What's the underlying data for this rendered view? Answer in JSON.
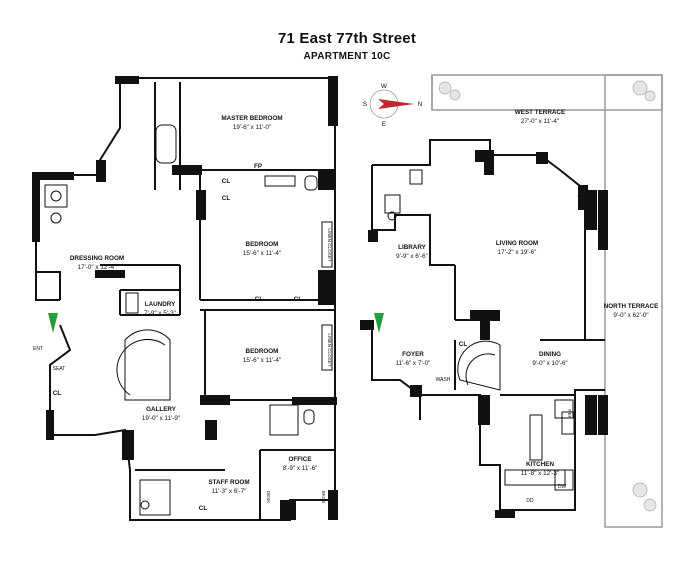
{
  "header": {
    "title": "71 East 77th Street",
    "subtitle": "APARTMENT 10C"
  },
  "compass": {
    "s": "S",
    "w": "W",
    "n": "N",
    "e": "E",
    "arrow_color": "#c0272d"
  },
  "rooms": {
    "master_bedroom": {
      "name": "MASTER BEDROOM",
      "dims": "19'-6\" x 11'-0\""
    },
    "bedroom_1": {
      "name": "BEDROOM",
      "dims": "15'-6\" x 11'-4\""
    },
    "bedroom_2": {
      "name": "BEDROOM",
      "dims": "15'-6\" x 11'-4\""
    },
    "dressing_room": {
      "name": "DRESSING ROOM",
      "dims": "17'-0\" x 12'-4\""
    },
    "laundry": {
      "name": "LAUNDRY",
      "dims": "7'-9\" x 5'-3\""
    },
    "gallery": {
      "name": "GALLERY",
      "dims": "19'-0\" x 11'-9\""
    },
    "office": {
      "name": "OFFICE",
      "dims": "8'-9\" x 11'-6\""
    },
    "staff_room": {
      "name": "STAFF ROOM",
      "dims": "11'-3\" x 6'-7\""
    },
    "west_terrace": {
      "name": "WEST TERRACE",
      "dims": "27'-0\" x 11'-4\""
    },
    "library": {
      "name": "LIBRARY",
      "dims": "9'-9\" x 6'-6\""
    },
    "living_room": {
      "name": "LIVING ROOM",
      "dims": "17'-2\" x 19'-6\""
    },
    "north_terrace": {
      "name": "NORTH TERRACE",
      "dims": "9'-0\" x 62'-0\""
    },
    "foyer": {
      "name": "FOYER",
      "dims": "11'-6\" x 7'-0\""
    },
    "dining": {
      "name": "DINING",
      "dims": "9'-0\" x 10'-6\""
    },
    "kitchen": {
      "name": "KITCHEN",
      "dims": "11'-8\" x 12'-3\""
    }
  },
  "closet_label": "CL",
  "fireplace_label": "FP",
  "entry_label": "ENT",
  "fixtures": {
    "linen": "LINEN",
    "linen_closet": "LINEN CLOSET",
    "desk": "DESK",
    "seat": "SEAT",
    "bkcs": "BKCS",
    "ref": "REF",
    "dw": "DW",
    "wash": "WASH",
    "dd": "DD"
  },
  "colors": {
    "wall": "#111111",
    "terrace_edge": "#9a9a9a",
    "marker": "#2a9a3a"
  }
}
